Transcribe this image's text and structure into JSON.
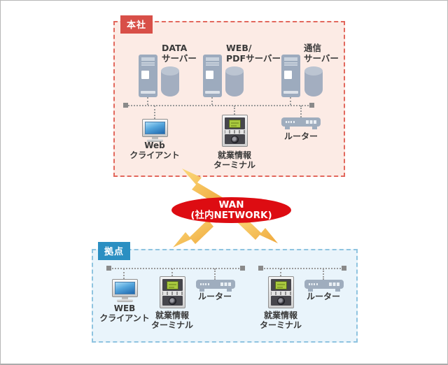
{
  "hq": {
    "label": "本社",
    "servers": [
      {
        "line1": "DATA",
        "line2": "サーバー"
      },
      {
        "line1": "WEB/",
        "line2": "PDFサーバー"
      },
      {
        "line1": "通信",
        "line2": "サーバー"
      }
    ],
    "client": {
      "line1": "Web",
      "line2": "クライアント"
    },
    "terminal": {
      "line1": "就業情報",
      "line2": "ターミナル"
    },
    "router_label": "ルーター"
  },
  "wan": {
    "line1": "WAN",
    "line2": "(社内NETWORK)"
  },
  "branch": {
    "label": "拠点",
    "client": {
      "line1": "WEB",
      "line2": "クライアント"
    },
    "terminal": {
      "line1": "就業情報",
      "line2": "ターミナル"
    },
    "router_label": "ルーター",
    "terminal2": {
      "line1": "就業情報",
      "line2": "ターミナル"
    },
    "router2_label": "ルーター"
  },
  "colors": {
    "hq_bg": "#fcebe5",
    "hq_border": "#e2685d",
    "hq_label_bg": "#d84f48",
    "branch_bg": "#e9f4fb",
    "branch_border": "#8fc4e0",
    "branch_label_bg": "#2b8fc2",
    "wan_bg": "#dd0c12",
    "bolt_light": "#fbd97a",
    "bolt_dark": "#efa83c",
    "device": "#9dabbe",
    "text": "#3a3a3a"
  }
}
